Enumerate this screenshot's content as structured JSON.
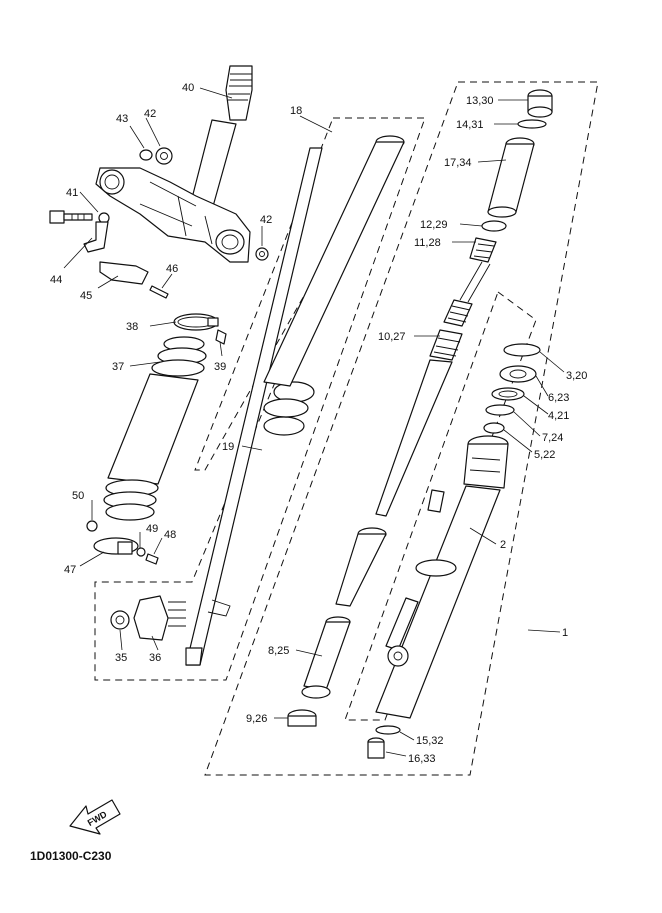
{
  "callouts": {
    "c1": "1",
    "c2": "2",
    "c3_20": "3,20",
    "c4_21": "4,21",
    "c5_22": "5,22",
    "c6_23": "6,23",
    "c7_24": "7,24",
    "c8_25": "8,25",
    "c9_26": "9,26",
    "c10_27": "10,27",
    "c11_28": "11,28",
    "c12_29": "12,29",
    "c13_30": "13,30",
    "c14_31": "14,31",
    "c15_32": "15,32",
    "c16_33": "16,33",
    "c17_34": "17,34",
    "c18": "18",
    "c19": "19",
    "c35": "35",
    "c36": "36",
    "c37": "37",
    "c38": "38",
    "c39": "39",
    "c40": "40",
    "c41": "41",
    "c42a": "42",
    "c42b": "42",
    "c43": "43",
    "c44": "44",
    "c45": "45",
    "c46": "46",
    "c47": "47",
    "c48": "48",
    "c49": "49",
    "c50": "50"
  },
  "direction_marker": "FWD",
  "diagram_code": "1D01300-C230"
}
